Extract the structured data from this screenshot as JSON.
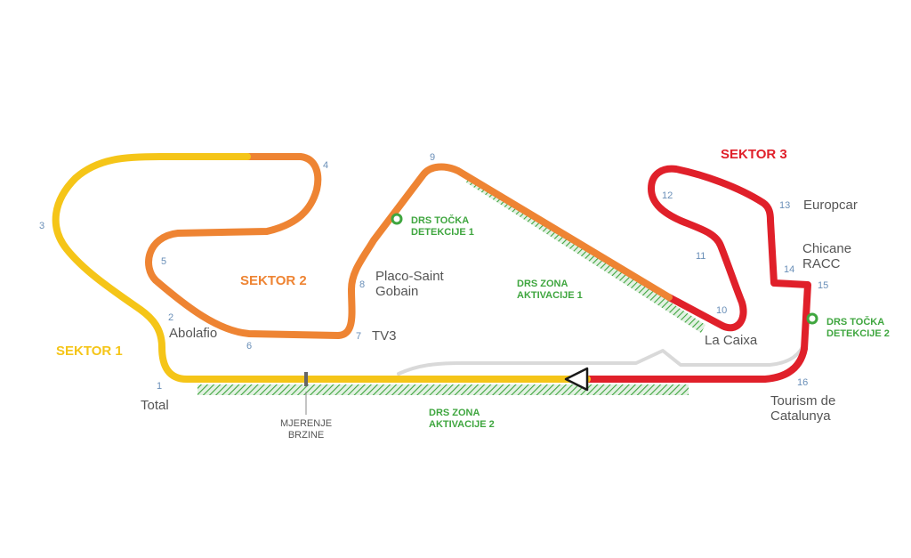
{
  "colors": {
    "sector1": "#f5c518",
    "sector2": "#ee8433",
    "sector3": "#e0202a",
    "pitlane": "#d9d9d9",
    "drs_zone": "#3fa63f",
    "corner_number": "#6a8fb8",
    "corner_name": "#555555"
  },
  "sectors": [
    {
      "label": "SEKTOR 1"
    },
    {
      "label": "SEKTOR 2"
    },
    {
      "label": "SEKTOR 3"
    }
  ],
  "corners": [
    {
      "number": "1",
      "name": "Total"
    },
    {
      "number": "2",
      "name": "Abolafio"
    },
    {
      "number": "3",
      "name": ""
    },
    {
      "number": "4",
      "name": ""
    },
    {
      "number": "5",
      "name": ""
    },
    {
      "number": "6",
      "name": ""
    },
    {
      "number": "7",
      "name": "TV3"
    },
    {
      "number": "8",
      "name": "Placo-Saint Gobain"
    },
    {
      "number": "9",
      "name": ""
    },
    {
      "number": "10",
      "name": "La Caixa"
    },
    {
      "number": "11",
      "name": ""
    },
    {
      "number": "12",
      "name": ""
    },
    {
      "number": "13",
      "name": "Europcar"
    },
    {
      "number": "14",
      "name": "Chicane RACC"
    },
    {
      "number": "15",
      "name": ""
    },
    {
      "number": "16",
      "name": "Tourism de Catalunya"
    }
  ],
  "drs": {
    "detection_1": "DRS TOČKA DETEKCIJE 1",
    "detection_2": "DRS TOČKA DETEKCIJE 2",
    "zone_1": "DRS ZONA AKTIVACIJE 1",
    "zone_2": "DRS ZONA AKTIVACIJE 2"
  },
  "speed_trap": "MJERENJE BRZINE"
}
